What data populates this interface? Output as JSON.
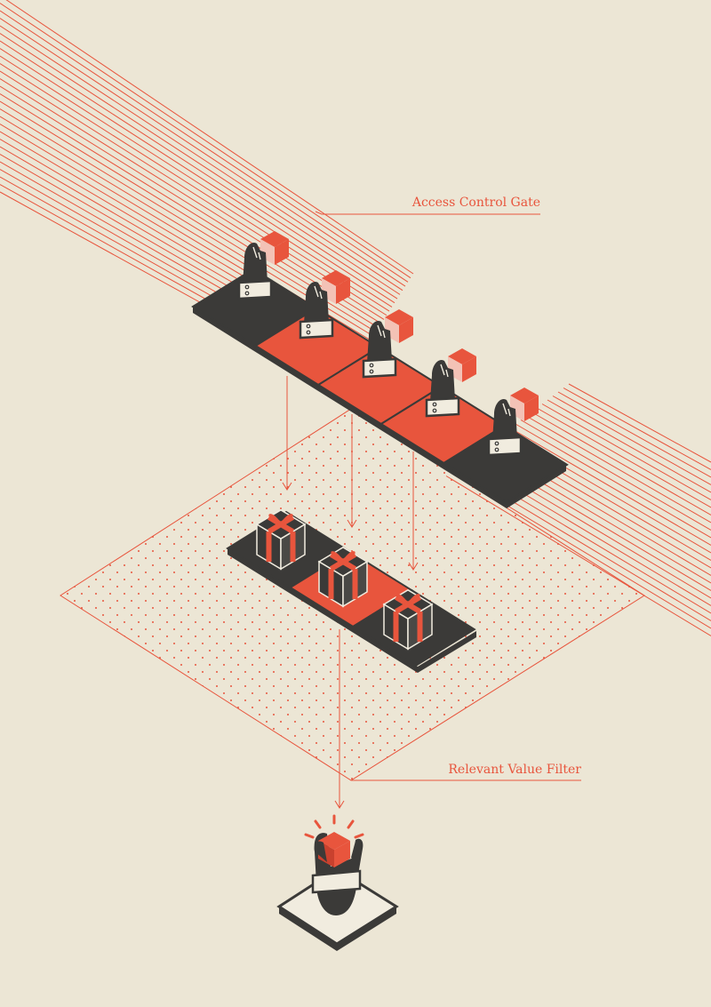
{
  "labels": {
    "access_gate": "Access Control Gate",
    "value_filter": "Relevant Value Filter"
  },
  "colors": {
    "background": "#ece6d5",
    "accent": "#e8553d",
    "dark": "#3b3a38",
    "light": "#f1ecdf"
  },
  "icons": {
    "gate_hands": "hand-holding-box-icon",
    "gifts": "gift-box-icon",
    "result": "hand-holding-cube-icon"
  },
  "access_gate": {
    "slots": 5,
    "slot_colors": [
      "dark",
      "accent",
      "accent",
      "accent",
      "dark"
    ]
  },
  "value_filter": {
    "slots": 3,
    "slot_colors": [
      "dark",
      "accent",
      "dark"
    ]
  }
}
